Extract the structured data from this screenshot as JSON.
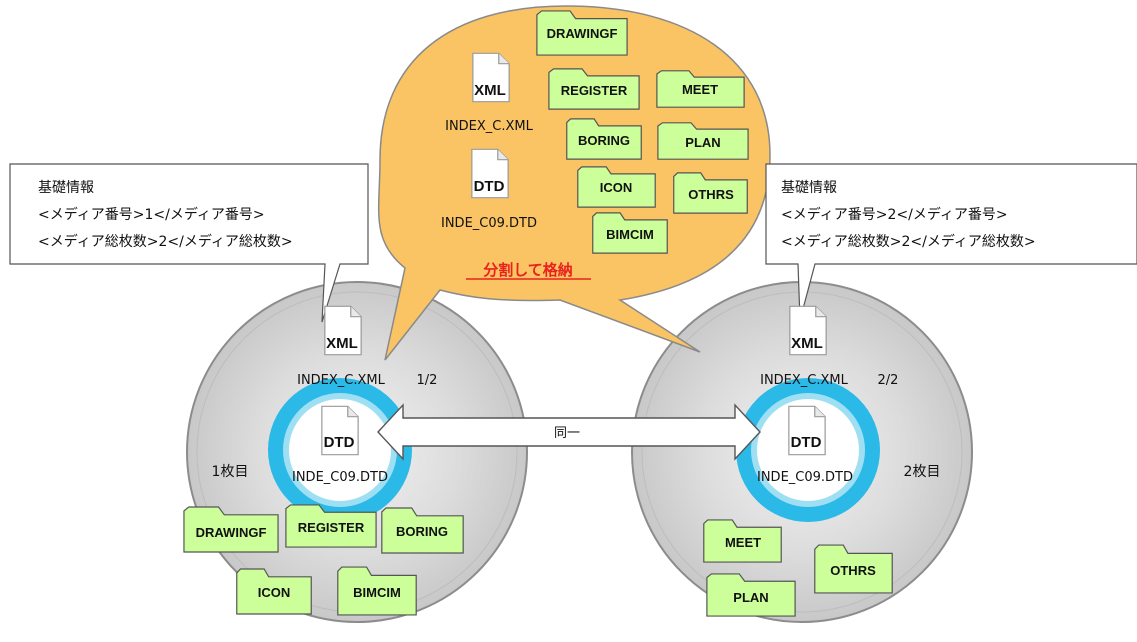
{
  "bubble": {
    "xml_name": "INDEX_C.XML",
    "dtd_name": "INDE_C09.DTD",
    "caption": "分割して格納",
    "folders": [
      "DRAWINGF",
      "REGISTER",
      "MEET",
      "BORING",
      "PLAN",
      "ICON",
      "OTHRS",
      "BIMCIM"
    ]
  },
  "callout_left": {
    "line1": "基礎情報",
    "line2": "<メディア番号>1</メディア番号>",
    "line3": "<メディア総枚数>2</メディア総枚数>"
  },
  "callout_right": {
    "line1": "基礎情報",
    "line2": "<メディア番号>2</メディア番号>",
    "line3": "<メディア総枚数>2</メディア総枚数>"
  },
  "disc1": {
    "xml_name": "INDEX_C.XML",
    "dtd_name": "INDE_C09.DTD",
    "ratio": "1/2",
    "label": "1枚目",
    "folders": [
      "DRAWINGF",
      "REGISTER",
      "BORING",
      "ICON",
      "BIMCIM"
    ]
  },
  "disc2": {
    "xml_name": "INDEX_C.XML",
    "dtd_name": "INDE_C09.DTD",
    "ratio": "2/2",
    "label": "2枚目",
    "folders": [
      "MEET",
      "OTHRS",
      "PLAN"
    ]
  },
  "arrow_label": "同一",
  "icon_text": {
    "xml": "XML",
    "dtd": "DTD"
  },
  "colors": {
    "bubble_fill": "#fac464",
    "bubble_stroke": "#8a8a8a",
    "folder_fill": "#ccff99",
    "disc_fill": "#d6d6d6",
    "disc_ring": "#2bb9e8",
    "emphasis": "#e8231e"
  }
}
